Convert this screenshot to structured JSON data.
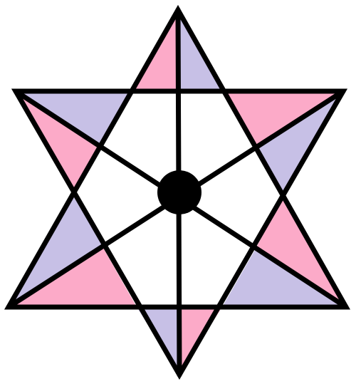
{
  "figure": {
    "description_visible_text": [],
    "shape": "six-pointed star (hexagram) with spokes to center",
    "colors": {
      "pink": "#fcaac8",
      "lavender": "#c7c0e6",
      "stroke": "#000000",
      "center_dot": "#000000",
      "background": "#ffffff"
    },
    "regions": {
      "top_point": [
        "pink",
        "lavender"
      ],
      "upper_right_point": [
        "pink",
        "lavender"
      ],
      "lower_right_point": [
        "pink",
        "lavender"
      ],
      "bottom_point": [
        "lavender",
        "pink"
      ],
      "lower_left_point": [
        "pink",
        "lavender"
      ],
      "upper_left_point": [
        "lavender",
        "pink"
      ]
    }
  }
}
